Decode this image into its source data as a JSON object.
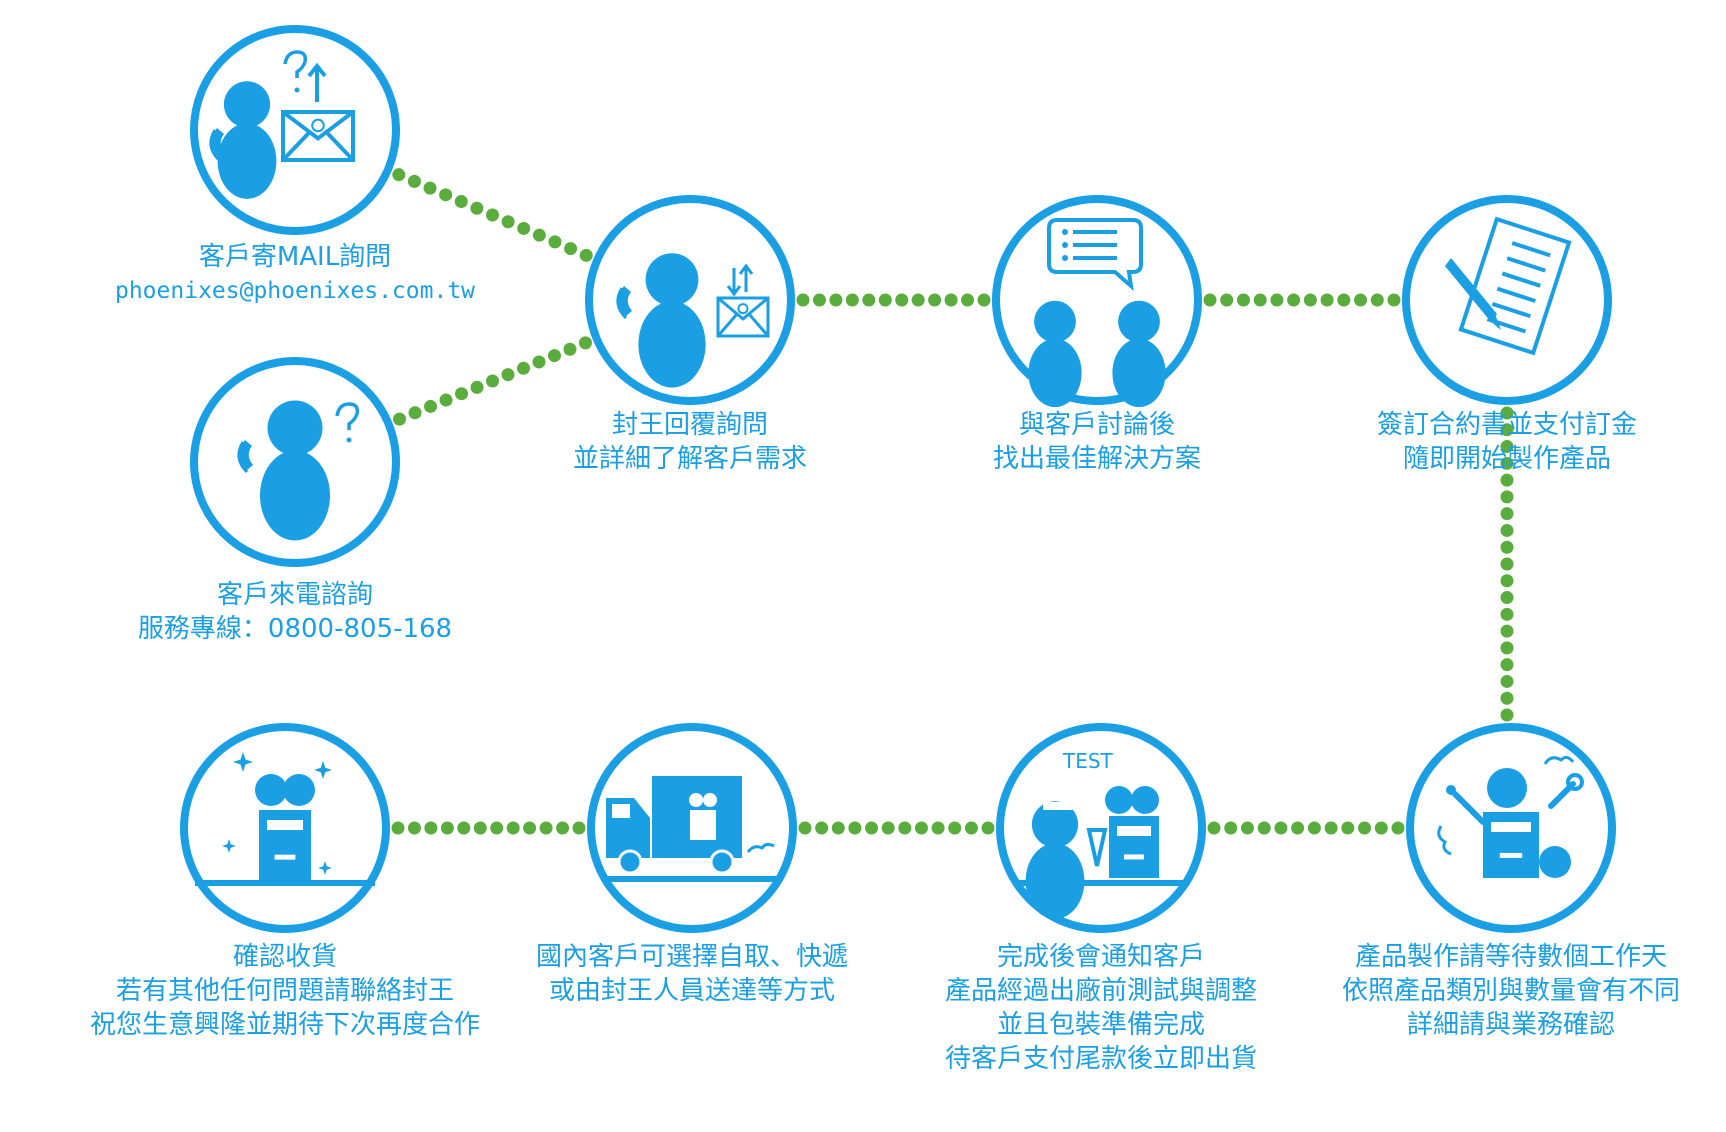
{
  "colors": {
    "accent": "#1a9fe4",
    "connector": "#5aac3c",
    "background": "#ffffff"
  },
  "steps": [
    {
      "id": "mail",
      "icon": "person-phone-mail-inquiry-icon",
      "lines": [
        "客戶寄MAIL詢問",
        "phoenixes@phoenixes.com.tw"
      ]
    },
    {
      "id": "call",
      "icon": "person-phone-question-icon",
      "lines": [
        "客戶來電諮詢",
        "服務專線：0800-805-168"
      ]
    },
    {
      "id": "reply",
      "icon": "person-phone-mail-reply-icon",
      "lines": [
        "封王回覆詢問",
        "並詳細了解客戶需求"
      ]
    },
    {
      "id": "discuss",
      "icon": "two-people-chat-icon",
      "lines": [
        "與客戶討論後",
        "找出最佳解決方案"
      ]
    },
    {
      "id": "contract",
      "icon": "contract-pen-icon",
      "lines": [
        "簽訂合約書並支付訂金",
        "隨即開始製作產品"
      ]
    },
    {
      "id": "produce",
      "icon": "worker-tools-machine-icon",
      "lines": [
        "產品製作請等待數個工作天",
        "依照產品類別與數量會有不同",
        "詳細請與業務確認"
      ]
    },
    {
      "id": "test",
      "icon": "test-machine-icon",
      "test_label": "TEST",
      "lines": [
        "完成後會通知客戶",
        "產品經過出廠前測試與調整",
        "並且包裝準備完成",
        "待客戶支付尾款後立即出貨"
      ]
    },
    {
      "id": "ship",
      "icon": "delivery-truck-icon",
      "lines": [
        "國內客戶可選擇自取、快遞",
        "或由封王人員送達等方式"
      ]
    },
    {
      "id": "receive",
      "icon": "sparkling-machine-icon",
      "lines": [
        "確認收貨",
        "若有其他任何問題請聯絡封王",
        "祝您生意興隆並期待下次再度合作"
      ]
    }
  ]
}
